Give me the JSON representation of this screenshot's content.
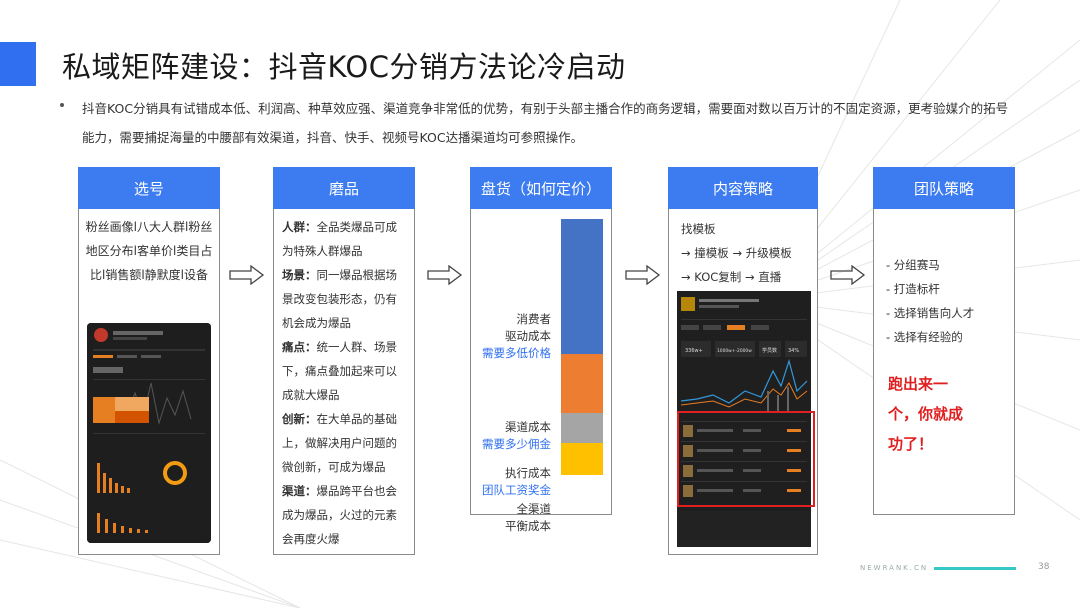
{
  "slide": {
    "title": "私域矩阵建设：抖音KOC分销方法论冷启动",
    "intro": "抖音KOC分销具有试错成本低、利润高、种草效应强、渠道竞争非常低的优势，有别于头部主播合作的商务逻辑，需要面对数以百万计的不固定资源，更考验媒介的拓号能力，需要捕捉海量的中腰部有效渠道，抖音、快手、视频号KOC达播渠道均可参照操作。",
    "accent_color": "#2f6ff0",
    "header_color": "#3d7cf0",
    "highlight_color": "#e02020"
  },
  "columns": {
    "c1": {
      "header": "选号",
      "lines": [
        "粉丝画像l八大人群l粉丝",
        "地区分布l客单价l类目占",
        "比l销售额l静默度l设备"
      ]
    },
    "c2": {
      "header": "磨品",
      "items": [
        {
          "term": "人群：",
          "desc": "全品类爆品可成为特殊人群爆品"
        },
        {
          "term": "场景：",
          "desc": "同一爆品根据场景改变包装形态，仍有机会成为爆品"
        },
        {
          "term": "痛点：",
          "desc": "统一人群、场景下，痛点叠加起来可以成就大爆品"
        },
        {
          "term": "创新：",
          "desc": "在大单品的基础上，做解决用户问题的微创新，可成为爆品"
        },
        {
          "term": "渠道：",
          "desc": "爆品跨平台也会成为爆品，火过的元素会再度火爆"
        }
      ]
    },
    "c3": {
      "header": "盘货（如何定价）",
      "segments": [
        {
          "label": "消费者驱动成本",
          "sub": "需要多低价格",
          "share": 0.5,
          "color": "#4472c4"
        },
        {
          "label": "渠道成本",
          "sub": "需要多少佣金",
          "share": 0.22,
          "color": "#ed7d31"
        },
        {
          "label": "执行成本",
          "sub": "团队工资奖金",
          "share": 0.11,
          "color": "#a5a5a5"
        },
        {
          "label": "全渠道平衡成本",
          "sub": "",
          "share": 0.12,
          "color": "#ffc000"
        }
      ],
      "label_lines": {
        "s1": [
          "消费者",
          "驱动成本"
        ],
        "s4": [
          "全渠道",
          "平衡成本"
        ]
      }
    },
    "c4": {
      "header": "内容策略",
      "lines": [
        "找模板",
        "→ 撞模板 → 升级模板",
        "→ KOC复制 → 直播"
      ],
      "stats": [
        "336w+",
        "1000w+-2000w",
        "学员数",
        "34%"
      ]
    },
    "c5": {
      "header": "团队策略",
      "items": [
        "- 分组赛马",
        "- 打造标杆",
        "- 选择销售向人才",
        "- 选择有经验的"
      ],
      "highlight": [
        "跑出来一",
        "个，你就成",
        "功了！"
      ]
    }
  },
  "footer": {
    "brand": "NEWRANK.CN",
    "page": "38"
  }
}
